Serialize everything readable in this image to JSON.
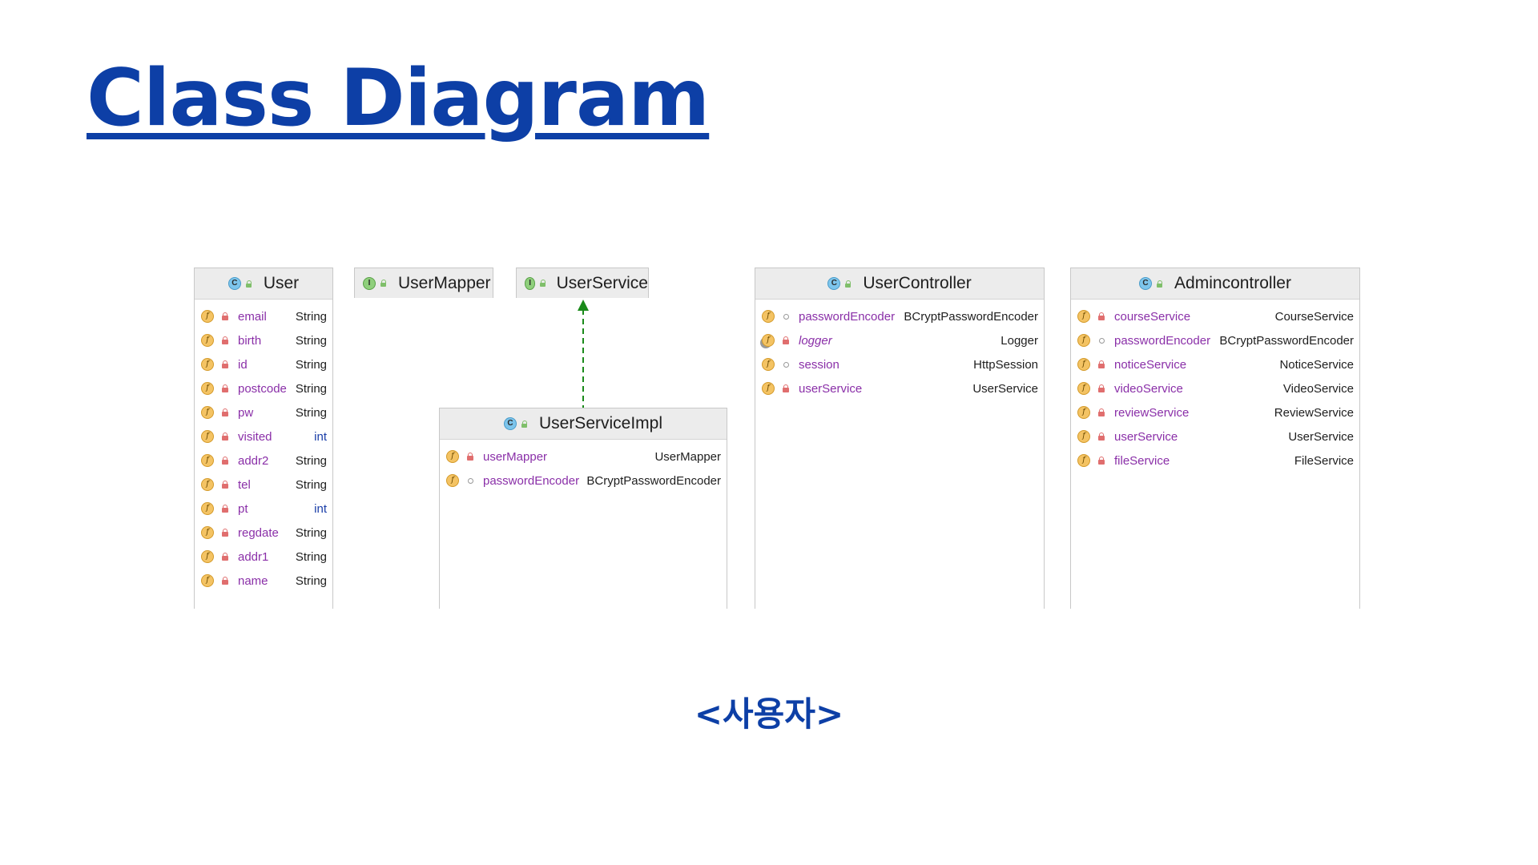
{
  "title": "Class Diagram",
  "caption": "<사용자>",
  "classes": {
    "user": {
      "kind": "C",
      "name": "User",
      "fields": [
        {
          "name": "email",
          "type": "String"
        },
        {
          "name": "birth",
          "type": "String"
        },
        {
          "name": "id",
          "type": "String"
        },
        {
          "name": "postcode",
          "type": "String"
        },
        {
          "name": "pw",
          "type": "String"
        },
        {
          "name": "visited",
          "type": "int"
        },
        {
          "name": "addr2",
          "type": "String"
        },
        {
          "name": "tel",
          "type": "String"
        },
        {
          "name": "pt",
          "type": "int"
        },
        {
          "name": "regdate",
          "type": "String"
        },
        {
          "name": "addr1",
          "type": "String"
        },
        {
          "name": "name",
          "type": "String"
        }
      ]
    },
    "user_mapper": {
      "kind": "I",
      "name": "UserMapper"
    },
    "user_service": {
      "kind": "I",
      "name": "UserService"
    },
    "user_service_impl": {
      "kind": "C",
      "name": "UserServiceImpl",
      "fields": [
        {
          "name": "userMapper",
          "type": "UserMapper"
        },
        {
          "name": "passwordEncoder",
          "type": "BCryptPasswordEncoder"
        }
      ]
    },
    "user_controller": {
      "kind": "C",
      "name": "UserController",
      "fields": [
        {
          "name": "passwordEncoder",
          "type": "BCryptPasswordEncoder"
        },
        {
          "name": "logger",
          "type": "Logger"
        },
        {
          "name": "session",
          "type": "HttpSession"
        },
        {
          "name": "userService",
          "type": "UserService"
        }
      ]
    },
    "admin_controller": {
      "kind": "C",
      "name": "Admincontroller",
      "fields": [
        {
          "name": "courseService",
          "type": "CourseService"
        },
        {
          "name": "passwordEncoder",
          "type": "BCryptPasswordEncoder"
        },
        {
          "name": "noticeService",
          "type": "NoticeService"
        },
        {
          "name": "videoService",
          "type": "VideoService"
        },
        {
          "name": "reviewService",
          "type": "ReviewService"
        },
        {
          "name": "userService",
          "type": "UserService"
        },
        {
          "name": "fileService",
          "type": "FileService"
        }
      ]
    }
  },
  "colors": {
    "title": "#0d3fa6",
    "field_name": "#8a2fa8",
    "primitive_type": "#1a3ea8",
    "implements_arrow": "#1a8a1a"
  }
}
